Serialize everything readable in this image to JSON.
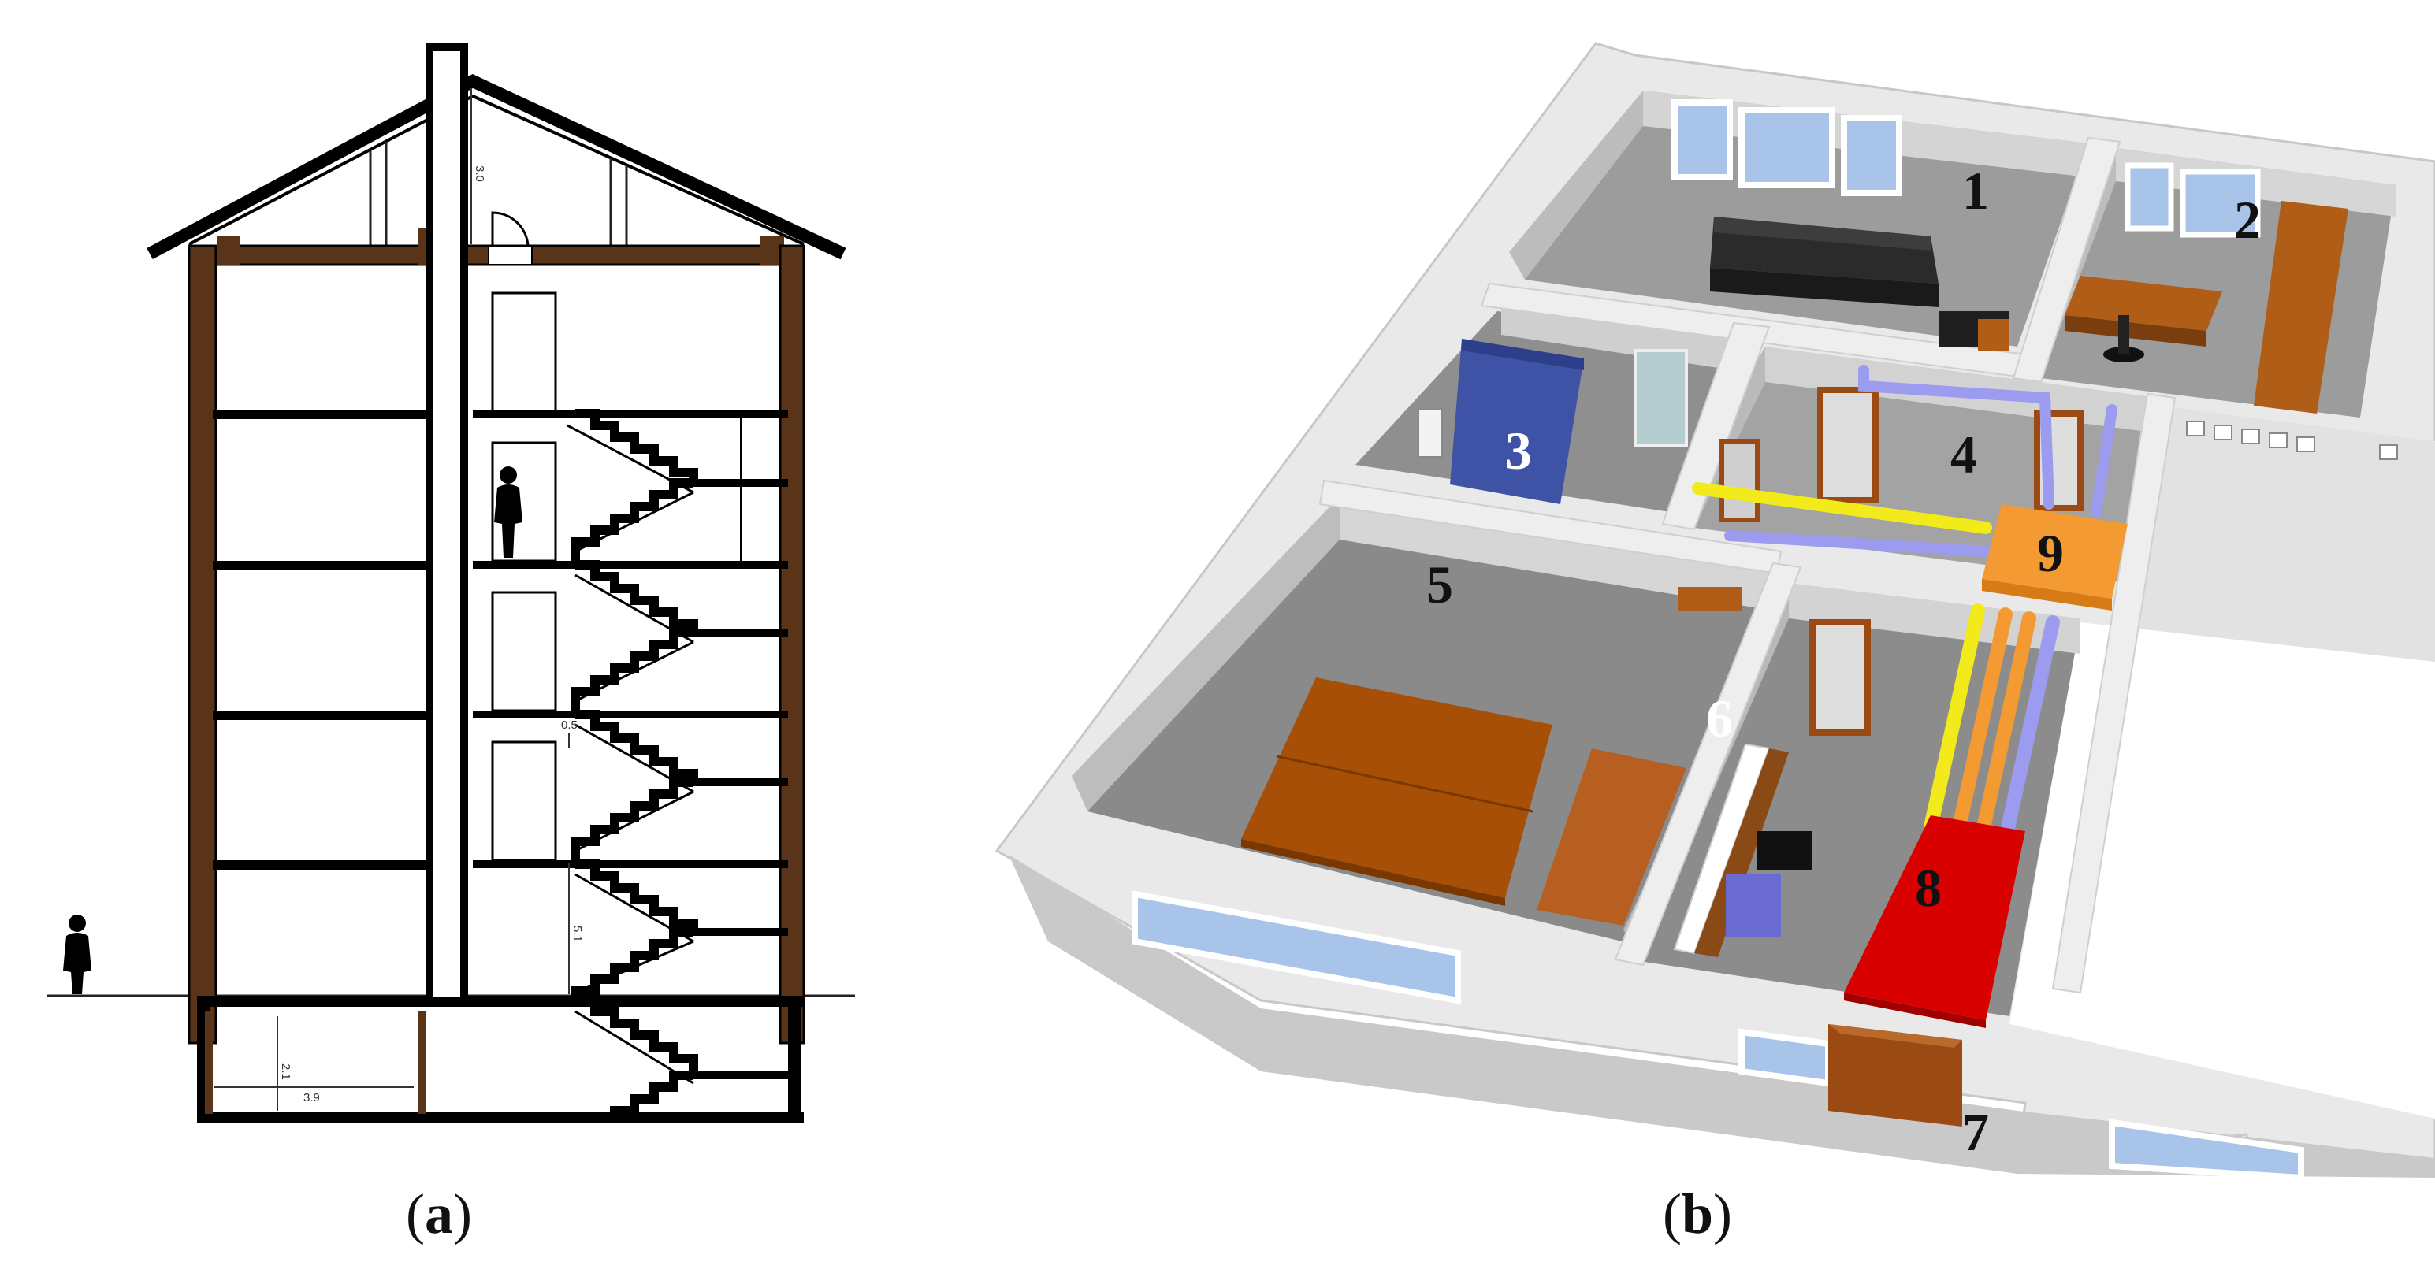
{
  "section": {
    "labels": [
      "3.0",
      "0.5",
      "5.1",
      "2.1",
      "3.9"
    ]
  },
  "plan": {
    "room_numbers": [
      "1",
      "2",
      "3",
      "4",
      "5",
      "6",
      "7",
      "8",
      "9"
    ]
  },
  "captions": {
    "a": "a",
    "b": "b"
  },
  "colors": {
    "wall_brown": "#5a3418",
    "wood": "#b05d18",
    "red_unit": "#d90000",
    "orange_unit": "#f39a32",
    "shower": "#3e52a6",
    "pipe_yellow": "#f2ea1a",
    "pipe_violet": "#9b9bf0"
  }
}
